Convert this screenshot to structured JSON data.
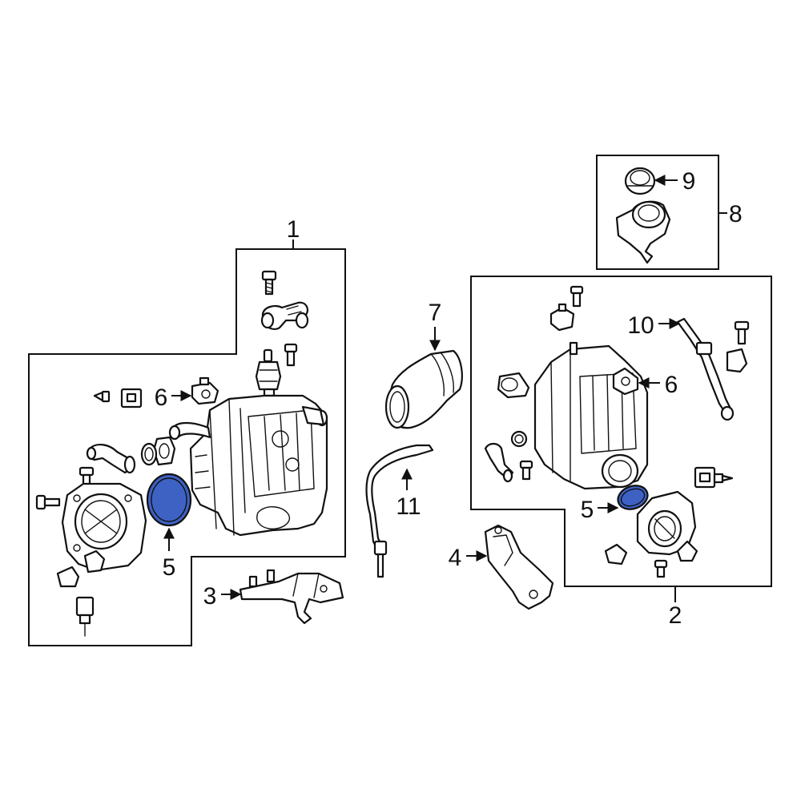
{
  "callouts": {
    "c1": "1",
    "c2": "2",
    "c3": "3",
    "c4": "4",
    "c5_left": "5",
    "c5_right": "5",
    "c6_left": "6",
    "c6_right": "6",
    "c7": "7",
    "c8": "8",
    "c9": "9",
    "c10": "10",
    "c11": "11"
  },
  "colors": {
    "highlight_fill": "#3D62C4",
    "highlight_stroke": "#111111",
    "line": "#111111",
    "background": "#FFFFFF"
  }
}
